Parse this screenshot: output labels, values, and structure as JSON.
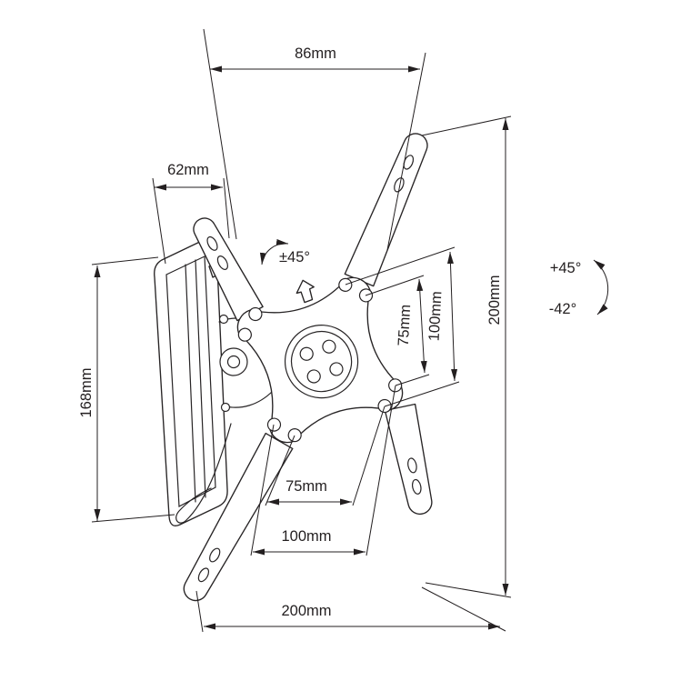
{
  "diagram": {
    "subject": "tilt-swivel-tv-wall-mount-dimensional-drawing",
    "colors": {
      "line": "#231f20",
      "background": "#ffffff"
    },
    "labels": {
      "dim_top": "86mm",
      "dim_depth": "62mm",
      "dim_plate_height": "168mm",
      "dim_overall_height": "200mm",
      "dim_overall_width": "200mm",
      "dim_vesa_v75": "75mm",
      "dim_vesa_v100": "100mm",
      "dim_vesa_h75": "75mm",
      "dim_vesa_h100": "100mm",
      "swivel_range": "±45°",
      "tilt_up": "+45°",
      "tilt_down": "-42°"
    }
  }
}
